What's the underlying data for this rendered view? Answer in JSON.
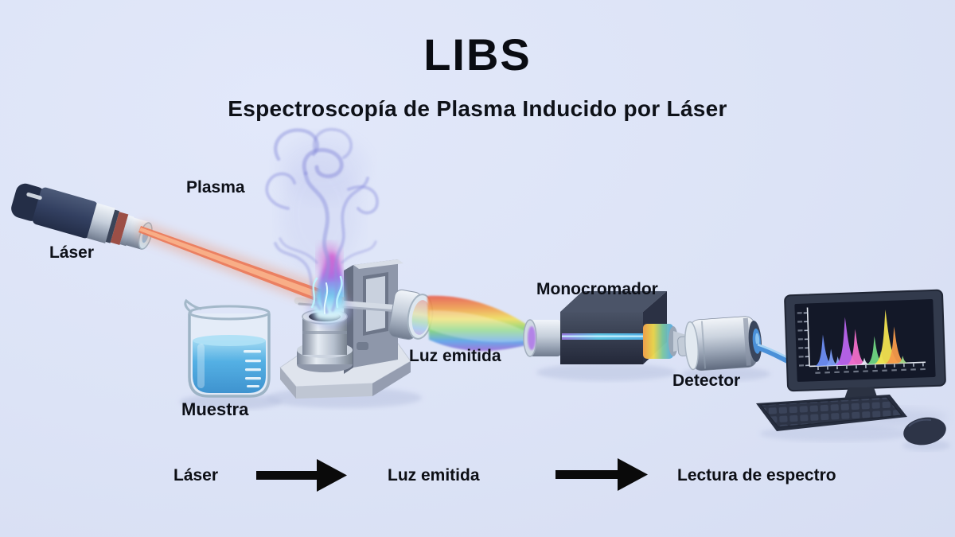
{
  "title": "LIBS",
  "subtitle": "Espectroscopía de Plasma Inducido por Láser",
  "component_labels": {
    "plasma": "Plasma",
    "laser": "Láser",
    "sample": "Muestra",
    "emitted_light": "Luz emitida",
    "monochromator": "Monocromador",
    "detector": "Detector"
  },
  "process_flow": {
    "step1": "Láser",
    "step2": "Luz emitida",
    "step3": "Lectura de espectro"
  },
  "colors": {
    "background": "#dce3f6",
    "text": "#0d1018",
    "laser_beam": "#ec7a58",
    "plasma": "#8f93dd",
    "sample_liquid": "#4aa6dc",
    "flow_arrow": "#0a0a0a",
    "monitor_screen": "#131828",
    "rainbow": [
      "#e85a4a",
      "#f29c4a",
      "#f2e05a",
      "#7fd472",
      "#58a2e8",
      "#9a6ad8"
    ]
  },
  "chart_data": {
    "type": "line",
    "title": "",
    "xlabel": "",
    "ylabel": "",
    "background": "#131828",
    "peaks": [
      {
        "x": 0.09,
        "height": 0.56,
        "color": "#6d8df2"
      },
      {
        "x": 0.16,
        "height": 0.3,
        "color": "#7b9cf4"
      },
      {
        "x": 0.22,
        "height": 0.16,
        "color": "#8cabf2"
      },
      {
        "x": 0.3,
        "height": 0.86,
        "color": "#bb64ee"
      },
      {
        "x": 0.39,
        "height": 0.64,
        "color": "#f06ec8"
      },
      {
        "x": 0.465,
        "height": 0.12,
        "color": "#e8ecf8"
      },
      {
        "x": 0.565,
        "height": 0.5,
        "color": "#6fd482"
      },
      {
        "x": 0.62,
        "height": 0.22,
        "color": "#85dc92"
      },
      {
        "x": 0.675,
        "height": 0.97,
        "color": "#f2e24f"
      },
      {
        "x": 0.75,
        "height": 0.66,
        "color": "#f59a4a"
      },
      {
        "x": 0.82,
        "height": 0.13,
        "color": "#9fd88a"
      }
    ]
  }
}
